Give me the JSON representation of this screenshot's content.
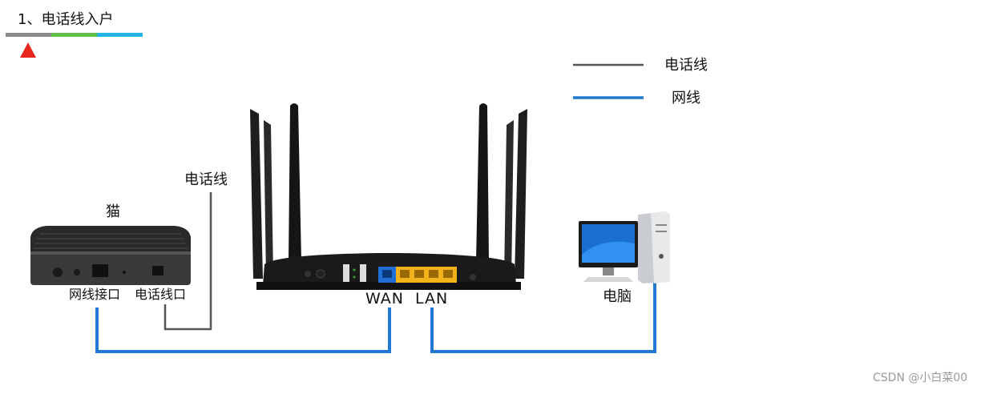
{
  "title": "1、电话线入户",
  "legend": {
    "telephone_line": "电话线",
    "network_cable": "网线"
  },
  "labels": {
    "telephone_line": "电话线",
    "modem": "猫",
    "network_port": "网线接口",
    "telephone_port": "电话线口",
    "wan": "WAN",
    "lan": "LAN",
    "computer": "电脑"
  },
  "watermark": "CSDN @小白菜00",
  "colors": {
    "telephone_line": "#555555",
    "network_cable": "#1f78d1",
    "title_bar_gray": "#8a8a8a",
    "title_bar_green": "#5cc04a",
    "title_bar_cyan": "#22b4e6",
    "marker_red": "#e8261c",
    "router_body": "#1a1a1a",
    "router_wan_port": "#1f6fd6",
    "router_lan_port": "#f2b21a"
  },
  "icons": [
    "modem-icon",
    "router-icon",
    "computer-icon",
    "red-triangle-marker-icon"
  ]
}
